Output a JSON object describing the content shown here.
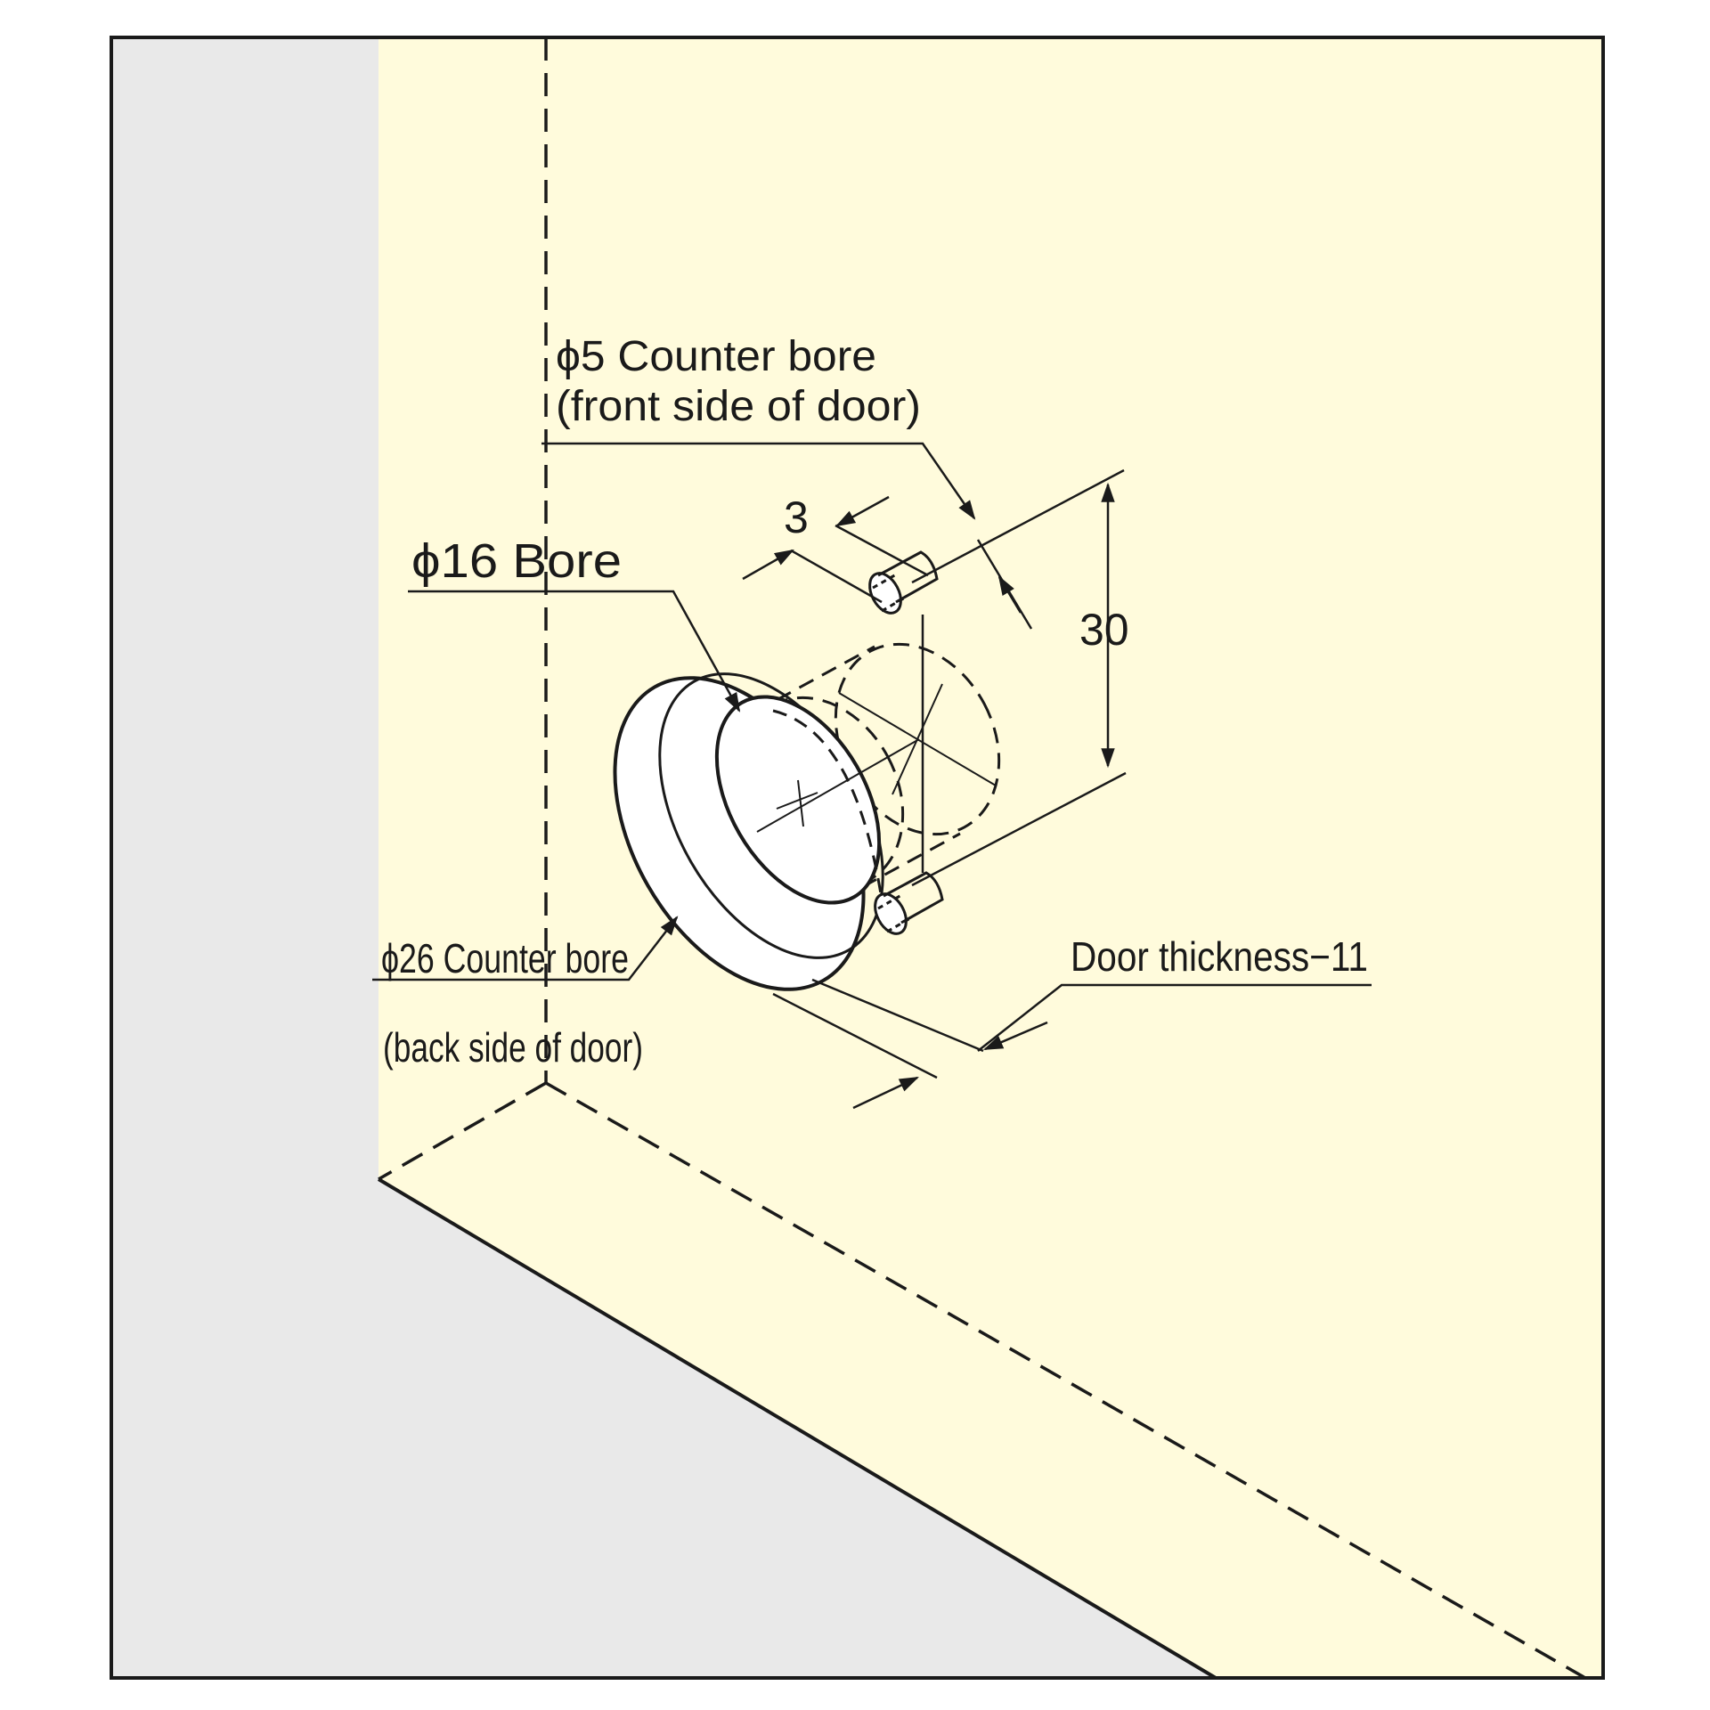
{
  "labels": {
    "counterbore_front_line1": "ϕ5 Counter bore",
    "counterbore_front_line2": "(front side of door)",
    "bore": "ϕ16 Bore",
    "counterbore_back_line1": "ϕ26 Counter bore",
    "counterbore_back_line2": "(back side of door)",
    "door_thickness": "Door thickness−11"
  },
  "dimensions": {
    "offset": "3",
    "pitch": "30"
  },
  "colors": {
    "door_face": "#fffbdc",
    "cabinet_side": "#e9e9e9",
    "line": "#1a1a1a",
    "hole_fill": "#ffffff"
  }
}
